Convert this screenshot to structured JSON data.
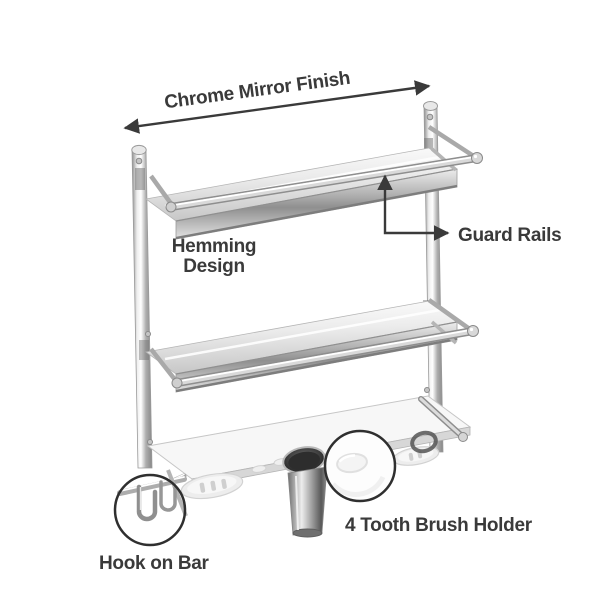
{
  "page": {
    "background": "#ffffff"
  },
  "colors": {
    "annotation_text": "#3a3a3a",
    "annotation_line": "#3a3a3a",
    "callout_circle_outline": "#2f2f2f",
    "chrome_highlight": "#ffffff",
    "chrome_mid": "#bfbfbf",
    "chrome_shadow": "#8a8a8a"
  },
  "callouts": {
    "chrome_mirror_finish": {
      "label": "Chrome Mirror Finish"
    },
    "guard_rails": {
      "label": "Guard Rails"
    },
    "hemming_design": {
      "line1": "Hemming",
      "line2": "Design"
    },
    "hook_on_bar": {
      "label": "Hook on Bar"
    },
    "tooth_brush_holder": {
      "label": "4 Tooth Brush Holder"
    }
  },
  "icons": {
    "zoom_callouts": [
      "hook-zoom-circle",
      "brush-holder-zoom-circle"
    ],
    "dimension_arrow": "double-headed-arrow",
    "guard_rails_arrow": "elbow-arrow"
  }
}
